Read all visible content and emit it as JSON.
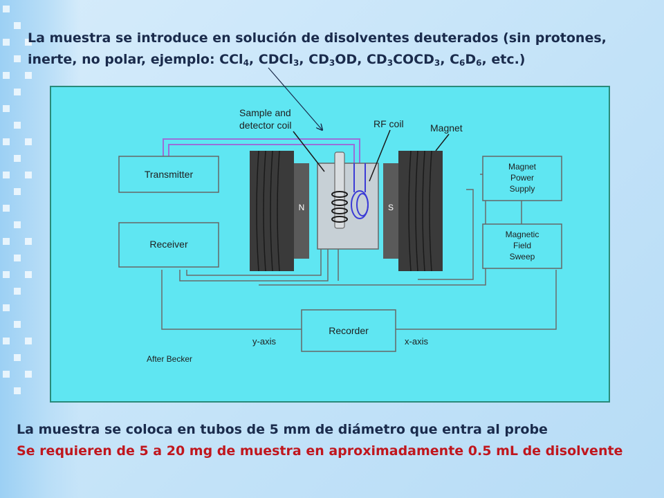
{
  "intro": {
    "line1": "La muestra se introduce en solución de disolventes deuterados (sin protones,",
    "line2_a": "inerte, no polar, ejemplo: CCl",
    "sub_4a": "4",
    "line2_b": ", CDCl",
    "sub_3a": "3",
    "line2_c": ", CD",
    "sub_3b": "3",
    "line2_d": "OD, CD",
    "sub_3c": "3",
    "line2_e": "COCD",
    "sub_3d": "3",
    "line2_f": ", C",
    "sub_6a": "6",
    "line2_g": "D",
    "sub_6b": "6",
    "line2_h": ", etc.)"
  },
  "diagram": {
    "sample_label_1": "Sample and",
    "sample_label_2": "detector coil",
    "rf_coil": "RF coil",
    "magnet": "Magnet",
    "transmitter": "Transmitter",
    "receiver": "Receiver",
    "pole_n": "N",
    "pole_s": "S",
    "mps_1": "Magnet",
    "mps_2": "Power",
    "mps_3": "Supply",
    "mfs_1": "Magnetic",
    "mfs_2": "Field",
    "mfs_3": "Sweep",
    "recorder": "Recorder",
    "y_axis": "y-axis",
    "x_axis": "x-axis",
    "credit": "After Becker"
  },
  "notes": {
    "line1": "La muestra se coloca en tubos de 5 mm de diámetro que entra al probe",
    "line2": "Se requieren de 5 a 20  mg de muestra en aproximadamente 0.5 mL de disolvente"
  },
  "colors": {
    "diagram_bg": "#5fe6f2",
    "intro_text": "#1a2b4c",
    "highlight_text": "#c0161d",
    "coil_blue": "#3b3bd6",
    "wire_purple": "#9a6fd8"
  }
}
